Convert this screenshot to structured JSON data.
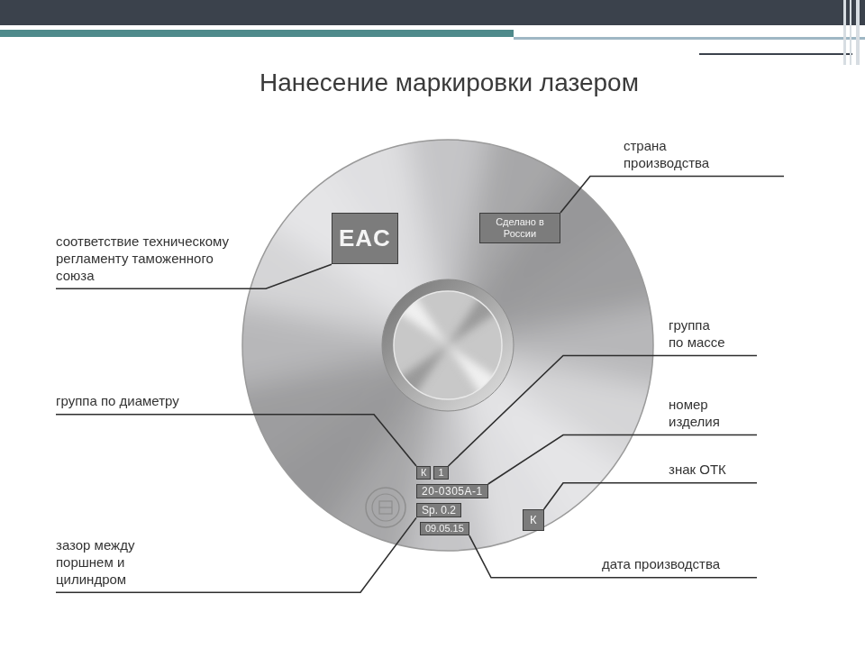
{
  "diagram": {
    "title": "Нанесение маркировки лазером",
    "nodes": [
      {
        "text": [
          "EAC"
        ]
      },
      {
        "text": [
          "Сделано в России"
        ]
      },
      {
        "text": [
          "К"
        ]
      },
      {
        "text": [
          "1"
        ]
      },
      {
        "text": [
          "20-0305А-1"
        ]
      },
      {
        "text": [
          "Sp. 0.2"
        ]
      },
      {
        "text": [
          "09.05.15"
        ]
      },
      {
        "text": [
          "К"
        ]
      }
    ],
    "labels": [
      "соответствие техническому регламенту таможенного союза",
      "страна производства",
      "группа по массе",
      "группа по диаметру",
      "номер изделия",
      "знак ОТК",
      "зазор между поршнем и цилиндром",
      "дата производства"
    ]
  }
}
